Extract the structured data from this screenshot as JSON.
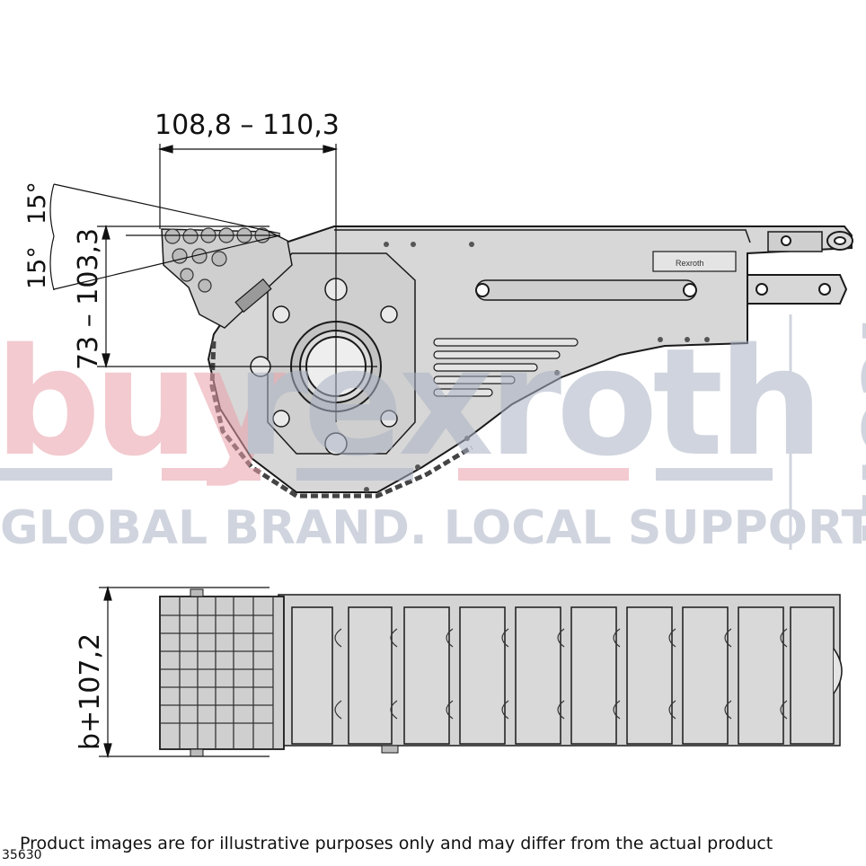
{
  "dimensions": {
    "top_width": "108,8 – 110,3",
    "angle_upper": "15°",
    "angle_lower": "15°",
    "height_range": "73 – 103,3",
    "plan_width": "b+107,2"
  },
  "watermark": {
    "brand_left": "buy",
    "brand_right": "rexroth",
    "domain": ".com",
    "tagline": "GLOBAL BRAND.  LOCAL SUPPORT."
  },
  "label_plate": "Rexroth",
  "footer": {
    "disclaimer": "Product images are for illustrative purposes only and may differ from the actual product",
    "image_id": "35630"
  },
  "colors": {
    "line": "#1a1a1a",
    "fill": "#d7d7d7",
    "fill_dark": "#bdbdbd",
    "watermark_red": "#e8a0a8",
    "watermark_blue": "#aab2c4"
  }
}
